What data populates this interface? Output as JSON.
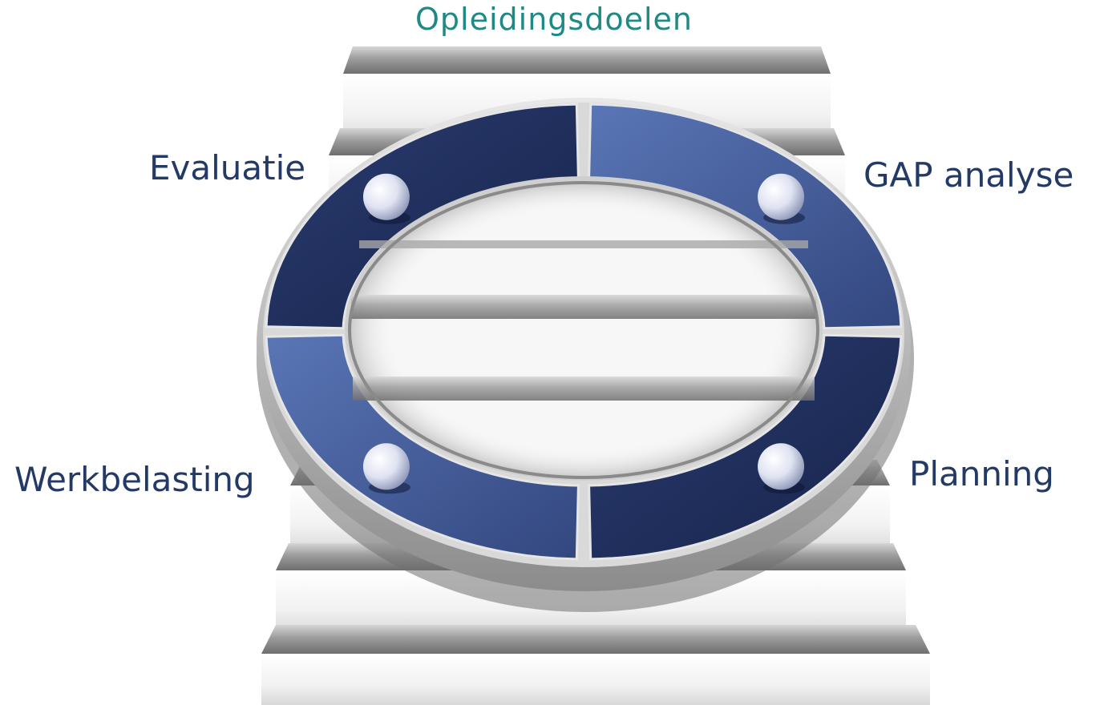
{
  "title": "Opleidingsdoelen",
  "labels": {
    "evaluatie": "Evaluatie",
    "gap_analyse": "GAP analyse",
    "werkbelasting": "Werkbelasting",
    "planning": "Planning"
  },
  "colors": {
    "title": "#1f8a84",
    "label": "#243a66",
    "ring_dark": "#1e2e5c",
    "ring_light": "#4f6aa8",
    "step_grey": "#9a9a9a",
    "step_face": "#f4f4f4"
  }
}
